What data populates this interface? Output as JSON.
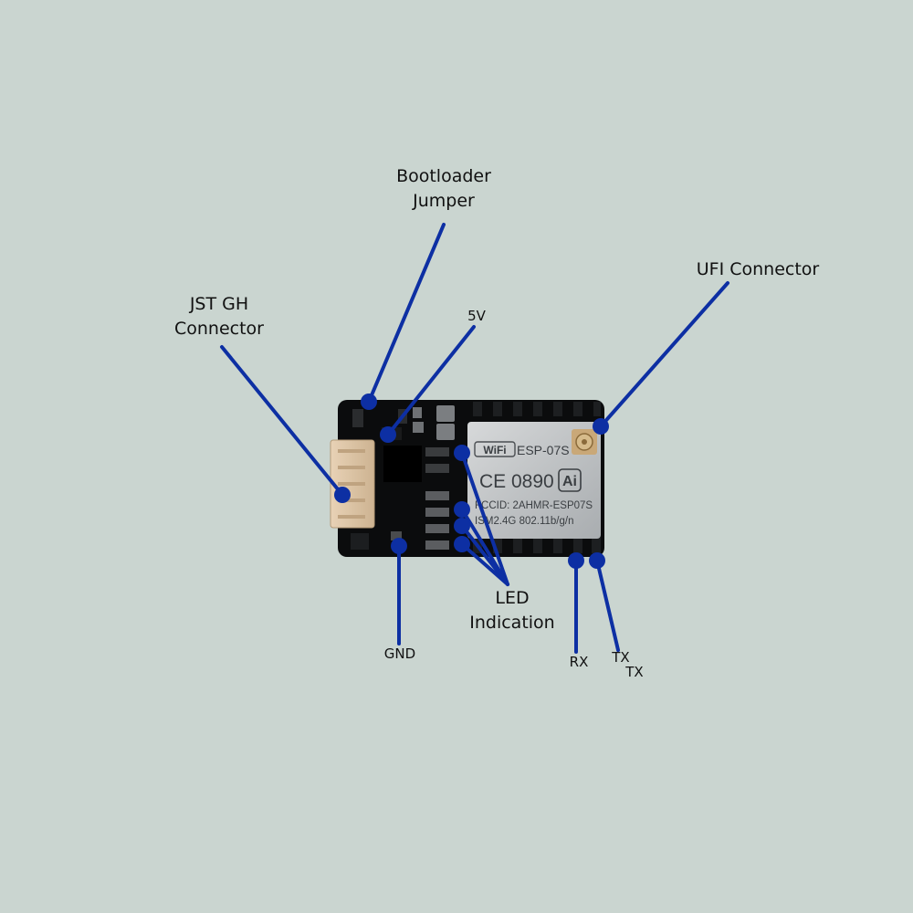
{
  "diagram": {
    "background_color": "#cad5d0",
    "leader_color": "#0d2fa3",
    "board_color": "#0b0c0d",
    "labels": {
      "bootloader_jumper": [
        "Bootloader",
        "Jumper"
      ],
      "jst_gh_connector": [
        "JST GH",
        "Connector"
      ],
      "five_v": "5V",
      "ufi_connector": "UFI Connector",
      "led_indication": [
        "LED",
        "Indication"
      ],
      "gnd": "GND",
      "rx": "RX",
      "tx_a": "TX",
      "tx_b": "TX"
    },
    "module": {
      "brand": "WiFi",
      "model": "ESP-07S",
      "ce_mark": "CE 0890",
      "ai_mark": "Ai",
      "fccid": "FCCID: 2AHMR-ESP07S",
      "spec": "ISM2.4G  802.11b/g/n"
    }
  }
}
